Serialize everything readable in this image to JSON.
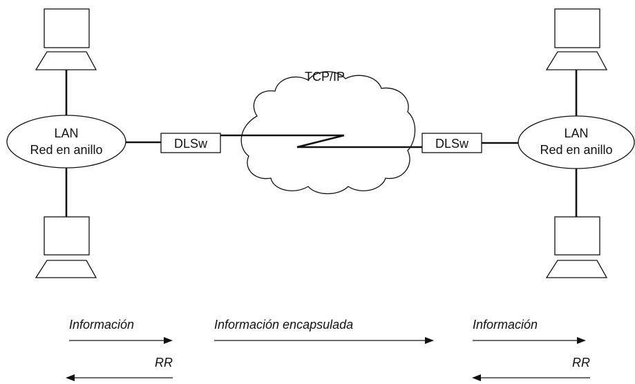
{
  "network": {
    "label": "TCP/IP"
  },
  "lan_left": {
    "line1": "LAN",
    "line2": "Red en anillo"
  },
  "lan_right": {
    "line1": "LAN",
    "line2": "Red en anillo"
  },
  "dlsw_left": {
    "label": "DLSw"
  },
  "dlsw_right": {
    "label": "DLSw"
  },
  "flows": {
    "info_left": "Información",
    "info_center": "Información encapsulada",
    "info_right": "Información",
    "rr_left": "RR",
    "rr_right": "RR"
  }
}
